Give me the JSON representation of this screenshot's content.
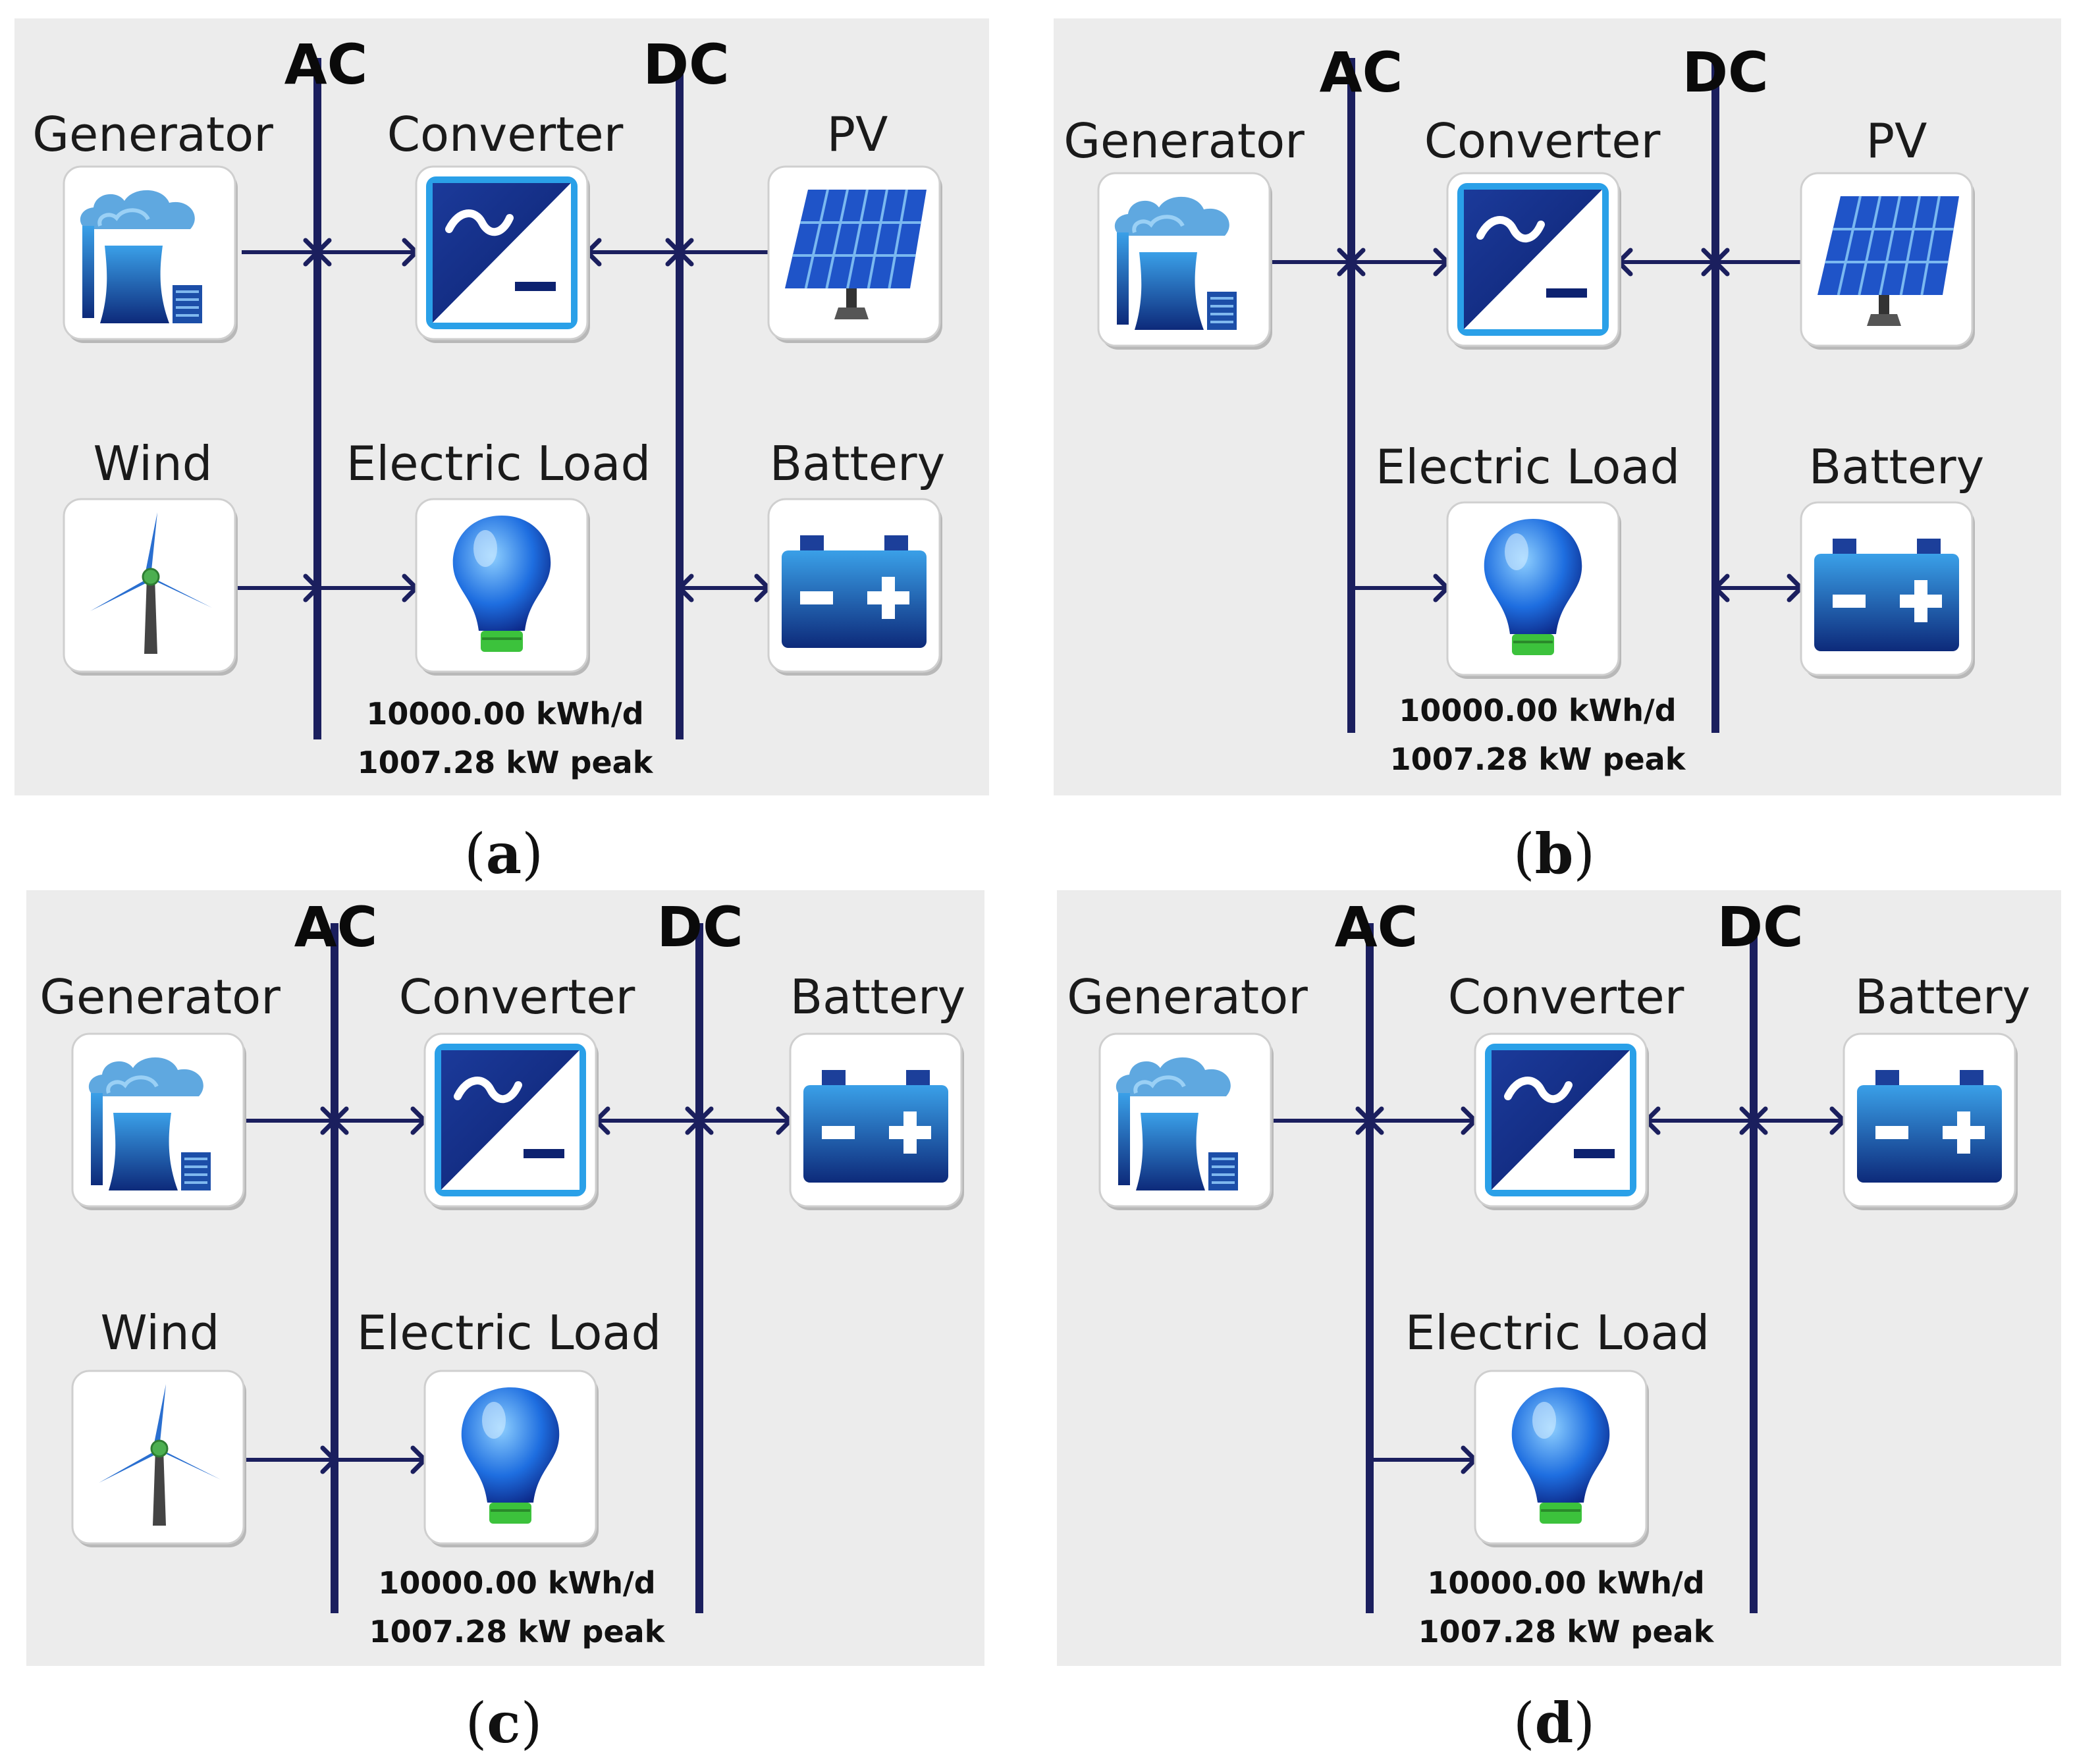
{
  "colors": {
    "bus": "#1b1f5e",
    "arrow": "#1b1f5e",
    "panel_bg": "#ececec",
    "icon_dark": "#0d2a7a",
    "icon_light": "#3aa0e8",
    "bulb_base": "#3cc23c"
  },
  "bus_labels": {
    "ac": "AC",
    "dc": "DC"
  },
  "load_info": {
    "energy": "10000.00 kWh/d",
    "peak": "1007.28 kW peak"
  },
  "panels": [
    {
      "caption": "a",
      "components": {
        "generator": "Generator",
        "converter": "Converter",
        "pv": "PV",
        "wind": "Wind",
        "electric_load": "Electric Load",
        "battery": "Battery"
      }
    },
    {
      "caption": "b",
      "components": {
        "generator": "Generator",
        "converter": "Converter",
        "pv": "PV",
        "electric_load": "Electric Load",
        "battery": "Battery"
      }
    },
    {
      "caption": "c",
      "components": {
        "generator": "Generator",
        "converter": "Converter",
        "battery": "Battery",
        "wind": "Wind",
        "electric_load": "Electric Load"
      }
    },
    {
      "caption": "d",
      "components": {
        "generator": "Generator",
        "converter": "Converter",
        "battery": "Battery",
        "electric_load": "Electric Load"
      }
    }
  ]
}
